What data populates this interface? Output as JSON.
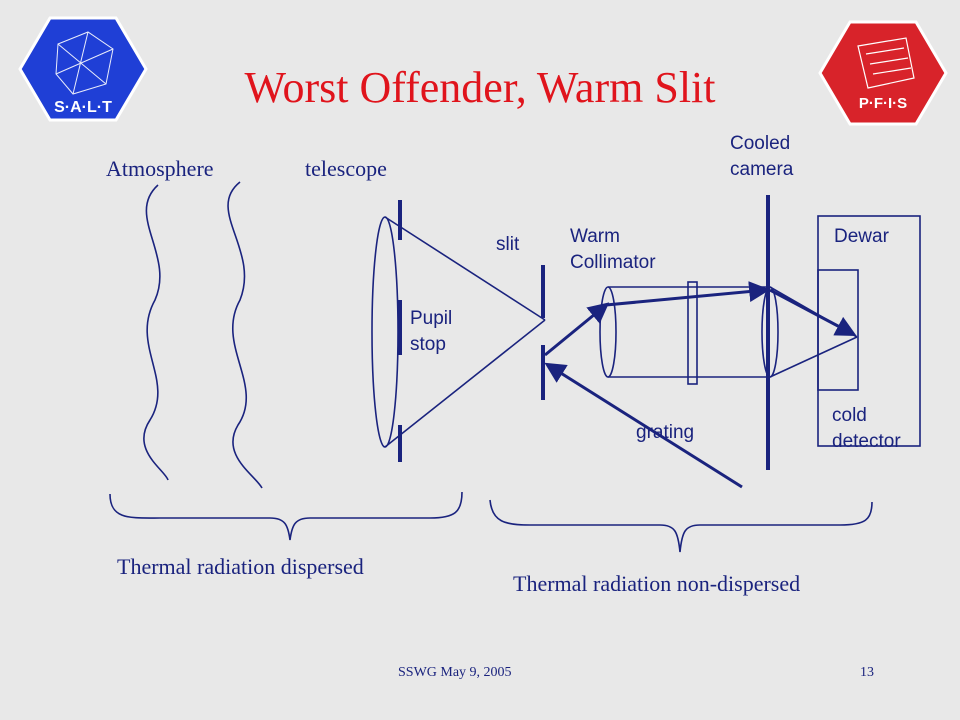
{
  "title": "Worst Offender, Warm Slit",
  "labels": {
    "atmosphere": "Atmosphere",
    "telescope": "telescope",
    "cooled_camera": [
      "Cooled",
      "camera"
    ],
    "slit": "slit",
    "warm_collimator": [
      "Warm",
      "Collimator"
    ],
    "dewar": "Dewar",
    "pupil_stop": [
      "Pupil",
      "stop"
    ],
    "cold_detector": [
      "cold",
      "detector"
    ],
    "grating": "grating",
    "thermal_dispersed": "Thermal radiation dispersed",
    "thermal_non_dispersed": "Thermal radiation non-dispersed"
  },
  "logos": {
    "left_text": "S·A·L·T",
    "right_text": "P·F·I·S"
  },
  "footer": {
    "left": "SSWG  May 9, 2005",
    "page": "13"
  },
  "colors": {
    "title": "#e0141c",
    "diagram": "#1a237e",
    "logo_left": "#1f3fd6",
    "logo_right": "#d8232a"
  }
}
